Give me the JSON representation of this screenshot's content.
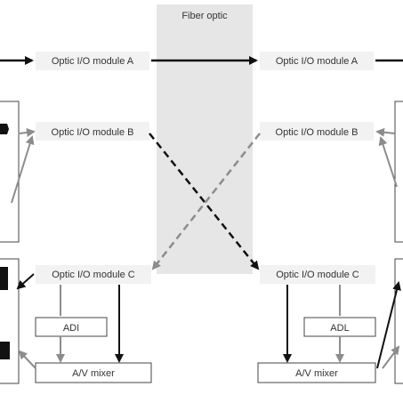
{
  "diagram": {
    "channel_label": "Fiber optic",
    "left": {
      "module_a": "Optic I/O module A",
      "module_b": "Optic I/O module B",
      "module_c": "Optic I/O module C",
      "adl": "ADI",
      "mixer": "A/V mixer"
    },
    "right": {
      "module_a": "Optic I/O module A",
      "module_b": "Optic I/O module B",
      "module_c": "Optic I/O module C",
      "adl": "ADL",
      "mixer": "A/V mixer"
    }
  },
  "colors": {
    "channel": "#e6e6e6",
    "module_fill": "#f2f2f2",
    "arrow_black": "#111111",
    "arrow_gray": "#8c8c8c",
    "border": "#444444"
  }
}
